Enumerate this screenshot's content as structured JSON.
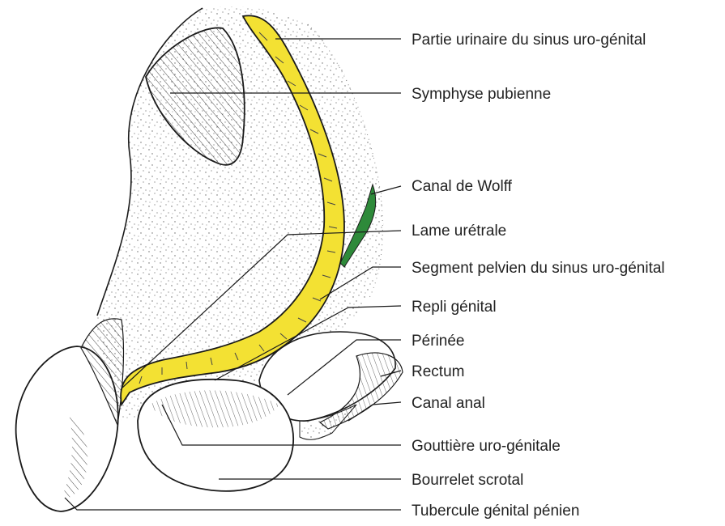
{
  "labels": {
    "partie_urinaire": "Partie urinaire du sinus uro-génital",
    "symphyse": "Symphyse pubienne",
    "canal_wolff": "Canal de Wolff",
    "lame_uretrale": "Lame urétrale",
    "segment_pelvien": "Segment pelvien du sinus uro-génital",
    "repli_genital": "Repli génital",
    "perinee": "Périnée",
    "rectum": "Rectum",
    "canal_anal": "Canal anal",
    "gouttiere": "Gouttière uro-génitale",
    "bourrelet": "Bourrelet scrotal",
    "tubercule": "Tubercule génital pénien"
  },
  "colors": {
    "sinus": "#f3e133",
    "wolff": "#2e8a3a",
    "outline": "#1a1a1a",
    "stipple": "#555555",
    "background": "#ffffff"
  }
}
